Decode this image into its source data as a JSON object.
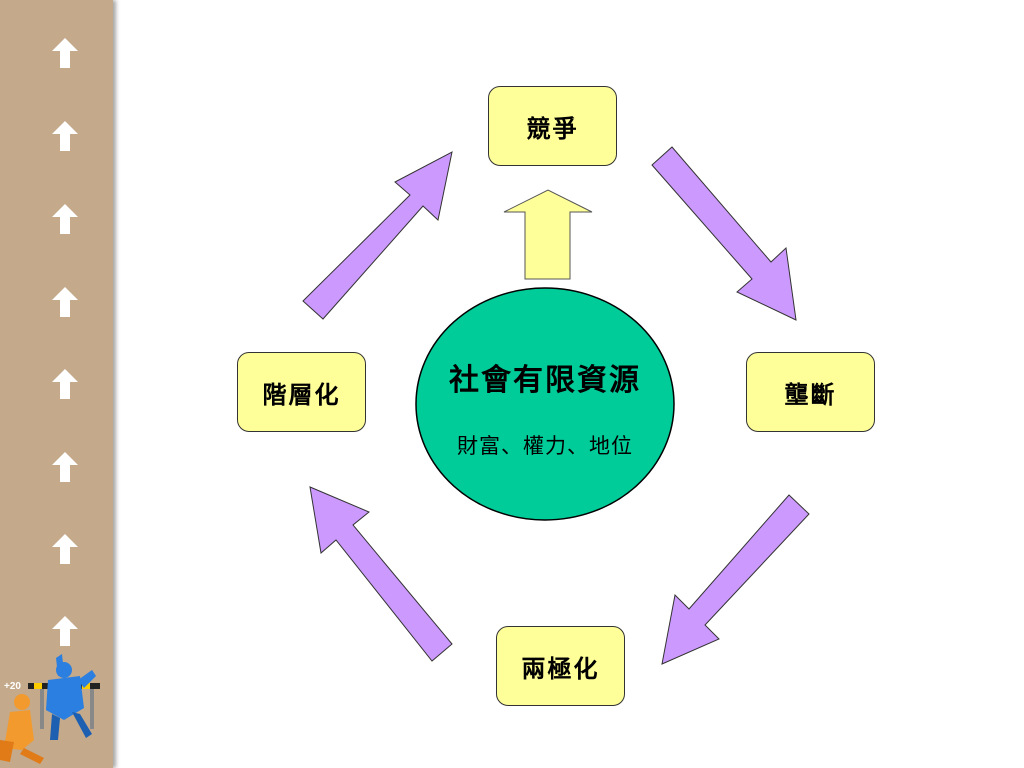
{
  "diagram": {
    "center": {
      "title": "社會有限資源",
      "subtitle": "財富、權力、地位"
    },
    "nodes": {
      "top": "競爭",
      "right": "壟斷",
      "bottom": "兩極化",
      "left": "階層化"
    }
  },
  "sidebar": {
    "figure_text": "+20",
    "arrow_icon": "up-arrow-icon"
  },
  "colors": {
    "node_fill": "#ffff99",
    "center_fill": "#00cc99",
    "cycle_arrow": "#cc99ff",
    "center_arrow": "#ffff99",
    "sidebar": "#c4a98a"
  }
}
